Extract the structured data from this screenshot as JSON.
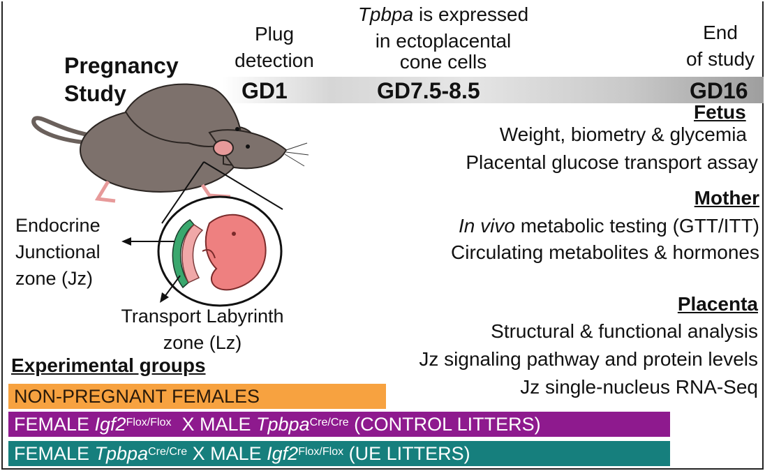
{
  "title": {
    "line1": "Pregnancy",
    "line2": "Study"
  },
  "timeline": {
    "plug": {
      "line1": "Plug",
      "line2": "detection",
      "gd": "GD1"
    },
    "tpbpa": {
      "gene": "Tpbpa",
      "line1_rest": " is expressed",
      "line2": "in ectoplacental",
      "line3": "cone cells",
      "gd": "GD7.5-8.5"
    },
    "end": {
      "line1": "End",
      "line2": "of study",
      "gd": "GD16"
    }
  },
  "illustration": {
    "jz_label": {
      "line1": "Endocrine",
      "line2": "Junctional",
      "line3": "zone (Jz)"
    },
    "lz_label": {
      "line1": "Transport Labyrinth",
      "line2": "zone (Lz)"
    },
    "icons": [
      "mouse-pair-illustration",
      "placenta-fetus-inset"
    ]
  },
  "fetus": {
    "heading": "Fetus",
    "items": [
      "Weight, biometry & glycemia",
      "Placental glucose transport assay"
    ]
  },
  "mother": {
    "heading": "Mother",
    "item1_italic": "In vivo",
    "item1_rest": " metabolic testing (GTT/ITT)",
    "item2": "Circulating metabolites & hormones"
  },
  "placenta": {
    "heading": "Placenta",
    "items": [
      "Structural & functional analysis",
      "Jz signaling pathway and protein levels",
      "Jz  single-nucleus RNA-Seq"
    ]
  },
  "groups": {
    "heading": "Experimental groups",
    "non_pregnant": "NON-PREGNANT FEMALES",
    "control": {
      "female": "FEMALE ",
      "female_gene": "Igf2",
      "female_sup": "Flox/Flox",
      "male": "  X MALE ",
      "male_gene": "Tpbpa",
      "male_sup": "Cre/Cre",
      "tail": " (CONTROL LITTERS)"
    },
    "ue": {
      "female": "FEMALE ",
      "female_gene": "Tpbpa",
      "female_sup": "Cre/Cre",
      "male": " X MALE ",
      "male_gene": "Igf2",
      "male_sup": "Flox/Flox",
      "tail": " (UE LITTERS)"
    }
  },
  "colors": {
    "non_pregnant": "#f7a240",
    "control": "#8e1a8e",
    "ue": "#167f7d",
    "mouse": "#7d716c",
    "placenta_jz": "#3aa86e",
    "fetus": "#ee8080"
  }
}
